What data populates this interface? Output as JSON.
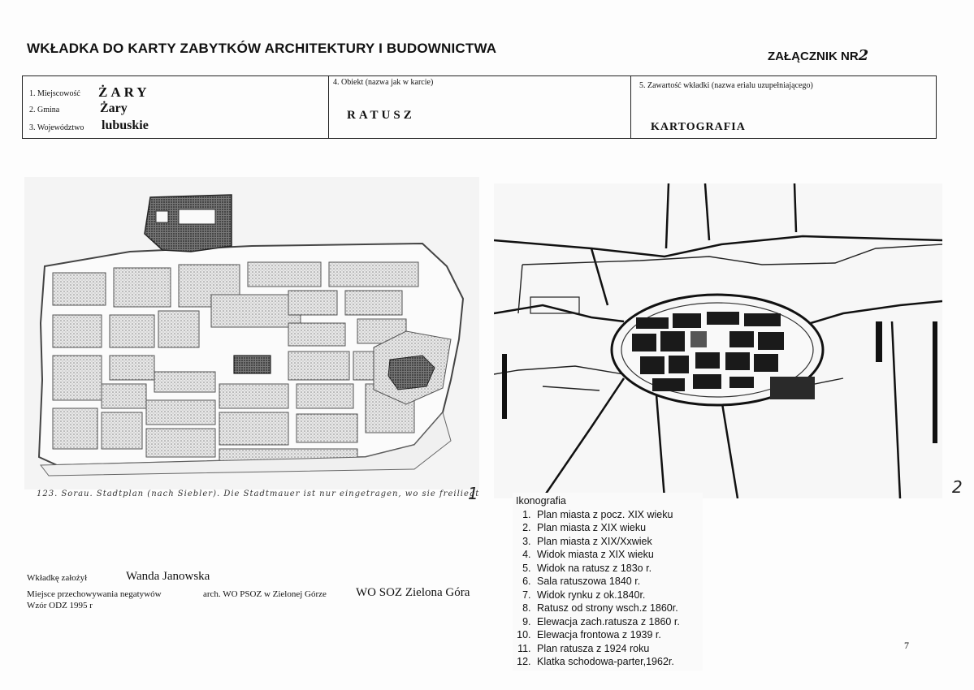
{
  "header": {
    "title": "WKŁADKA DO KARTY ZABYTKÓW ARCHITEKTURY I BUDOWNICTWA",
    "annex_label": "ZAŁĄCZNIK NR",
    "annex_number": "2"
  },
  "meta": {
    "locality_label": "1. Miejscowość",
    "locality_value": "ŻARY",
    "commune_label": "2. Gmina",
    "commune_value": "Żary",
    "voivodeship_label": "3. Województwo",
    "voivodeship_value": "lubuskie",
    "object_label": "4. Obiekt (nazwa jak w karcie)",
    "object_value": "RATUSZ",
    "contents_label": "5. Zawartość wkładki (nazwa erialu uzupełniającego)",
    "contents_value": "KARTOGRAFIA"
  },
  "map_left": {
    "caption": "123. Sorau. Stadtplan (nach Siebler). Die Stadtmauer ist nur eingetragen, wo sie freiliegt",
    "number": "1"
  },
  "map_right": {
    "number": "2"
  },
  "iconography": {
    "title": "Ikonografia",
    "items": [
      "Plan miasta z pocz. XIX wieku",
      "Plan miasta z XIX wieku",
      "Plan miasta z XIX/Xxwiek",
      "Widok miasta z XIX wieku",
      "Widok na ratusz z 183o r.",
      "Sala ratuszowa 1840 r.",
      "Widok rynku z ok.1840r.",
      "Ratusz od strony wsch.z 1860r.",
      "Elewacja zach.ratusza z 1860 r.",
      "Elewacja frontowa z 1939 r.",
      "Plan ratusza z 1924 roku",
      "Klatka schodowa-parter,1962r."
    ]
  },
  "footer": {
    "founded_label": "Wkładkę założył",
    "founded_value": "Wanda Janowska",
    "storage_label": "Miejsce przechowywania negatywów",
    "storage_archive": "arch. WO PSOZ w Zielonej Górze",
    "storage_value": "WO SOZ Zielona Góra",
    "template": "Wzór ODZ 1995 r"
  },
  "page_number": "7"
}
